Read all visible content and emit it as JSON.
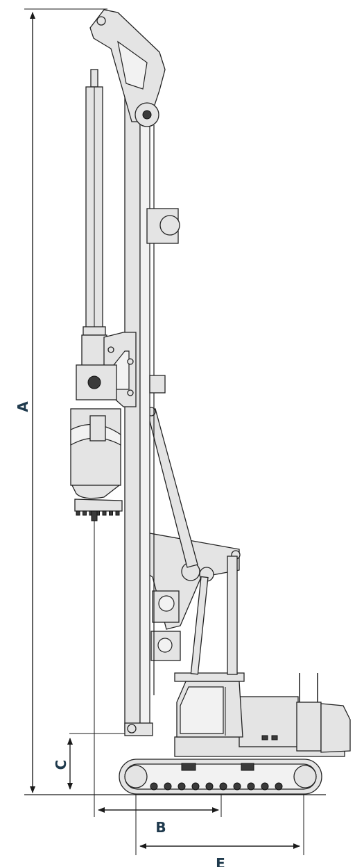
{
  "dimensions": {
    "A": "A",
    "B": "B",
    "C": "C",
    "E": "E"
  },
  "colors": {
    "label": "#1f3a4d",
    "line": "#1a1a1a",
    "machine_fill": "#e4e4e4"
  }
}
